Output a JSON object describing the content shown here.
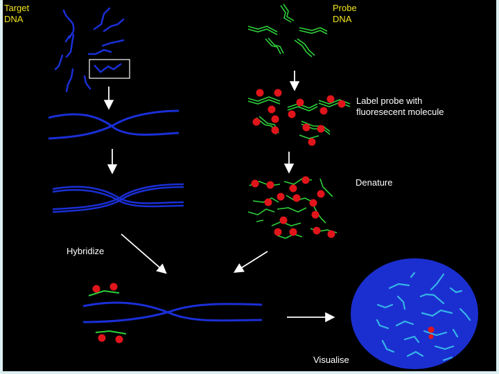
{
  "labels": {
    "target_line1": "Target",
    "target_line2": "DNA",
    "probe_line1": "Probe",
    "probe_line2": "DNA",
    "label_probe_line1": "Label probe with",
    "label_probe_line2": "fluoresecent molecule",
    "denature": "Denature",
    "hybridize": "Hybridize",
    "visualise": "Visualise"
  },
  "colors": {
    "background": "#000000",
    "target_dna": "#1a2fd6",
    "probe_dna": "#2ed13a",
    "fluorescent_marker": "#e0151b",
    "nucleus_fill": "#1b2fd0",
    "chromosome": "#36b4e8",
    "title_text": "#f2e51f",
    "step_text": "#ffffff",
    "arrow": "#ffffff"
  }
}
